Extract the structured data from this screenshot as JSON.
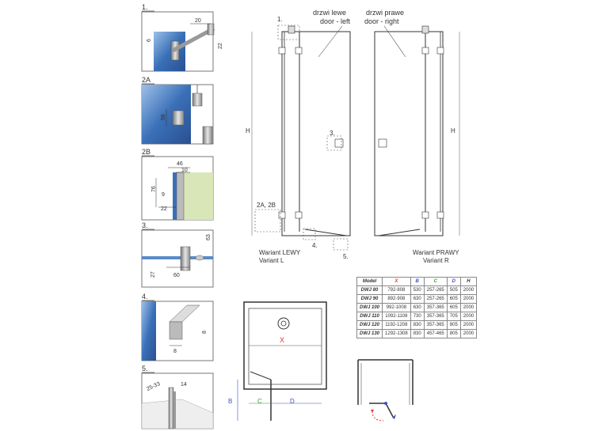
{
  "detail_labels": {
    "d1": "1.",
    "d2a": "2A",
    "d2b": "2B",
    "d3": "3.",
    "d4": "4.",
    "d5": "5."
  },
  "detail_dims": {
    "d1_a": "20",
    "d1_b": "6",
    "d1_c": "22",
    "d2a_a": "58",
    "d2b_a": "46",
    "d2b_b": "10",
    "d2b_c": "76",
    "d2b_d": "9",
    "d2b_e": "22",
    "d3_a": "63",
    "d3_b": "27",
    "d3_c": "60",
    "d4_a": "8",
    "d4_b": "8",
    "d5_a": "25-33",
    "d5_b": "14"
  },
  "elevation": {
    "left_caption_pl": "drzwi lewe",
    "left_caption_en": "door - left",
    "right_caption_pl": "drzwi prawe",
    "right_caption_en": "door - right",
    "callout_1": "1.",
    "callout_3": "3.",
    "callout_2ab": "2A, 2B",
    "callout_4": "4.",
    "callout_5": "5.",
    "height_left": "H",
    "height_right": "H",
    "variant_left_pl": "Wariant LEWY",
    "variant_left_en": "Variant L",
    "variant_right_pl": "Wariant PRAWY",
    "variant_right_en": "Variant R"
  },
  "table": {
    "headers": [
      "Model",
      "X",
      "B",
      "C",
      "D",
      "H"
    ],
    "header_colors": [
      "#333333",
      "#e53030",
      "#3f4fc0",
      "#3a9a3a",
      "#3f4fc0",
      "#333333"
    ],
    "rows": [
      [
        "DWJ 80",
        "792-808",
        "530",
        "257-265",
        "505",
        "2000"
      ],
      [
        "DWJ 90",
        "892-908",
        "630",
        "257-265",
        "605",
        "2000"
      ],
      [
        "DWJ 100",
        "992-1008",
        "630",
        "357-365",
        "605",
        "2000"
      ],
      [
        "DWJ 110",
        "1092-1108",
        "730",
        "357-365",
        "705",
        "2000"
      ],
      [
        "DWJ 120",
        "1192-1208",
        "830",
        "357-365",
        "805",
        "2000"
      ],
      [
        "DWJ 130",
        "1292-1308",
        "830",
        "457-465",
        "805",
        "2000"
      ]
    ]
  },
  "plan": {
    "x_label": "X",
    "b_label": "B",
    "c_label": "C",
    "d_label": "D"
  },
  "colors": {
    "x": "#e53030",
    "b": "#3f4fc0",
    "c": "#3a9a3a",
    "d": "#3f4fc0",
    "glass": "#3a70b8",
    "wall": "#d8e6b8",
    "frame": "#333333"
  }
}
